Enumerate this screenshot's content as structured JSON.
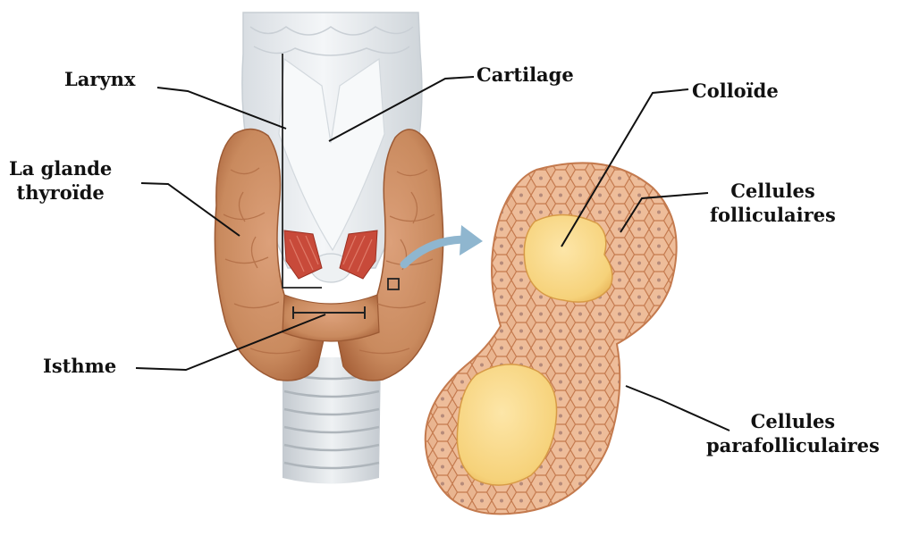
{
  "labels": {
    "larynx": "Larynx",
    "cartilage": "Cartilage",
    "thyroid_line1": "La glande",
    "thyroid_line2": "thyroïde",
    "isthme": "Isthme",
    "colloide": "Colloïde",
    "follicular_line1": "Cellules",
    "follicular_line2": "folliculaires",
    "para_line1": "Cellules",
    "para_line2": "parafolliculaires"
  },
  "colors": {
    "background": "#ffffff",
    "label_text": "#111111",
    "leader_line": "#111111",
    "gland_tissue": "#c98a5e",
    "gland_shadow": "#a8623a",
    "larynx_cartilage": "#e8eaec",
    "trachea": "#d9dde0",
    "muscle": "#c84a3a",
    "colloid": "#f6d27a",
    "follicle_cell": "#e9b590",
    "follicle_cell_border": "#c47a4e",
    "arrow": "#8fb6cf"
  }
}
